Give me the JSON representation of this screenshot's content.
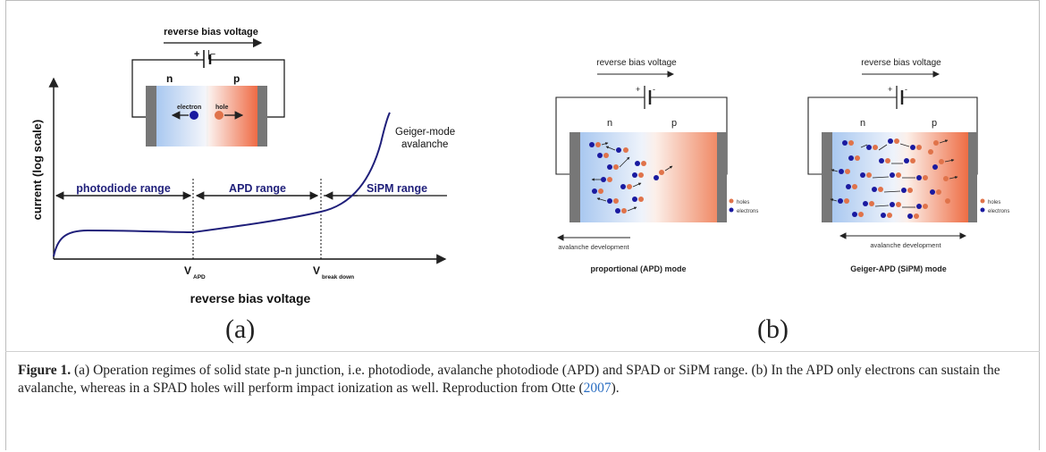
{
  "figure_a": {
    "top_label": "reverse bias voltage",
    "plus": "+",
    "minus": "|−",
    "n": "n",
    "p": "p",
    "electron": "electron",
    "hole": "hole",
    "y_axis": "current (log scale)",
    "x_axis": "reverse bias voltage",
    "range_photodiode": "photodiode range",
    "range_apd": "APD range",
    "range_sipm": "SiPM range",
    "geiger_line1": "Geiger-mode",
    "geiger_line2": "avalanche",
    "v_apd_main": "V",
    "v_apd_sub": "APD",
    "v_bd_main": "V",
    "v_bd_sub": "break down",
    "sublabel": "(a)"
  },
  "figure_b": {
    "left": {
      "top_label": "reverse bias voltage",
      "plus": "+",
      "minus": "-",
      "n": "n",
      "p": "p",
      "legend_holes": "holes",
      "legend_electrons": "electrons",
      "avalanche": "avalanche development",
      "mode": "proportional (APD) mode"
    },
    "right": {
      "top_label": "reverse bias voltage",
      "plus": "+",
      "minus": "-",
      "n": "n",
      "p": "p",
      "legend_holes": "holes",
      "legend_electrons": "electrons",
      "avalanche": "avalanche development",
      "mode": "Geiger-APD (SiPM) mode"
    },
    "sublabel": "(b)"
  },
  "caption": {
    "label": "Figure 1.",
    "text": " (a) Operation regimes of solid state p-n junction, i.e. photodiode, avalanche photodiode (APD) and SPAD or SiPM range. (b) In the APD only electrons can sustain the avalanche, whereas in a SPAD holes will perform impact ionization as well. Reproduction from Otte (",
    "cite": "2007",
    "end": ")."
  },
  "colors": {
    "curve": "#1f1f7a",
    "electron": "#1a1aa0",
    "hole": "#e0734a",
    "accent_link": "#2a6ec2"
  }
}
